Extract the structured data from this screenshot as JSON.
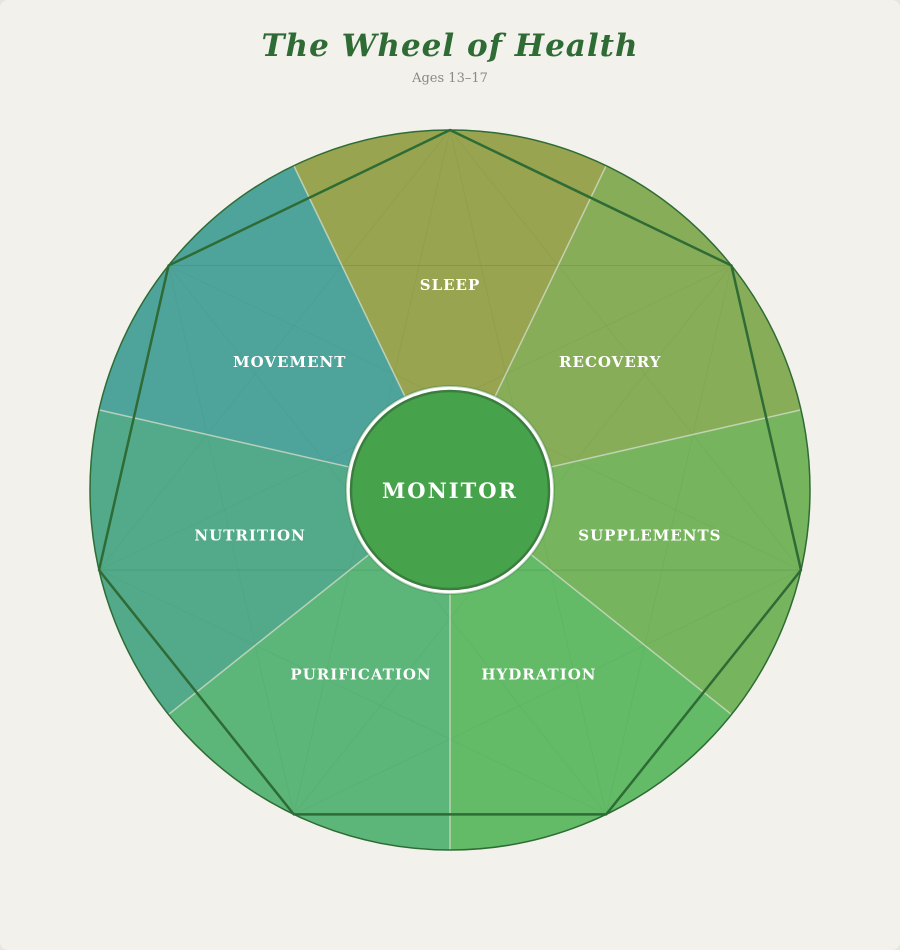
{
  "title": "The Wheel of Health",
  "subtitle": "Ages 13–17",
  "hub": {
    "label": "MONITOR",
    "color": "#46a34b",
    "ring": "#ffffff",
    "border": "#3a7d3e"
  },
  "segments": [
    {
      "label": "SLEEP",
      "color": "#98a44f"
    },
    {
      "label": "RECOVERY",
      "color": "#88ad58"
    },
    {
      "label": "SUPPLEMENTS",
      "color": "#77b45e"
    },
    {
      "label": "HYDRATION",
      "color": "#63bb68"
    },
    {
      "label": "PURIFICATION",
      "color": "#5cb679"
    },
    {
      "label": "NUTRITION",
      "color": "#53aa8a"
    },
    {
      "label": "MOVEMENT",
      "color": "#4ea49b"
    }
  ],
  "outline_color": "#2f6b34",
  "divider_color": "#cfd9c4"
}
